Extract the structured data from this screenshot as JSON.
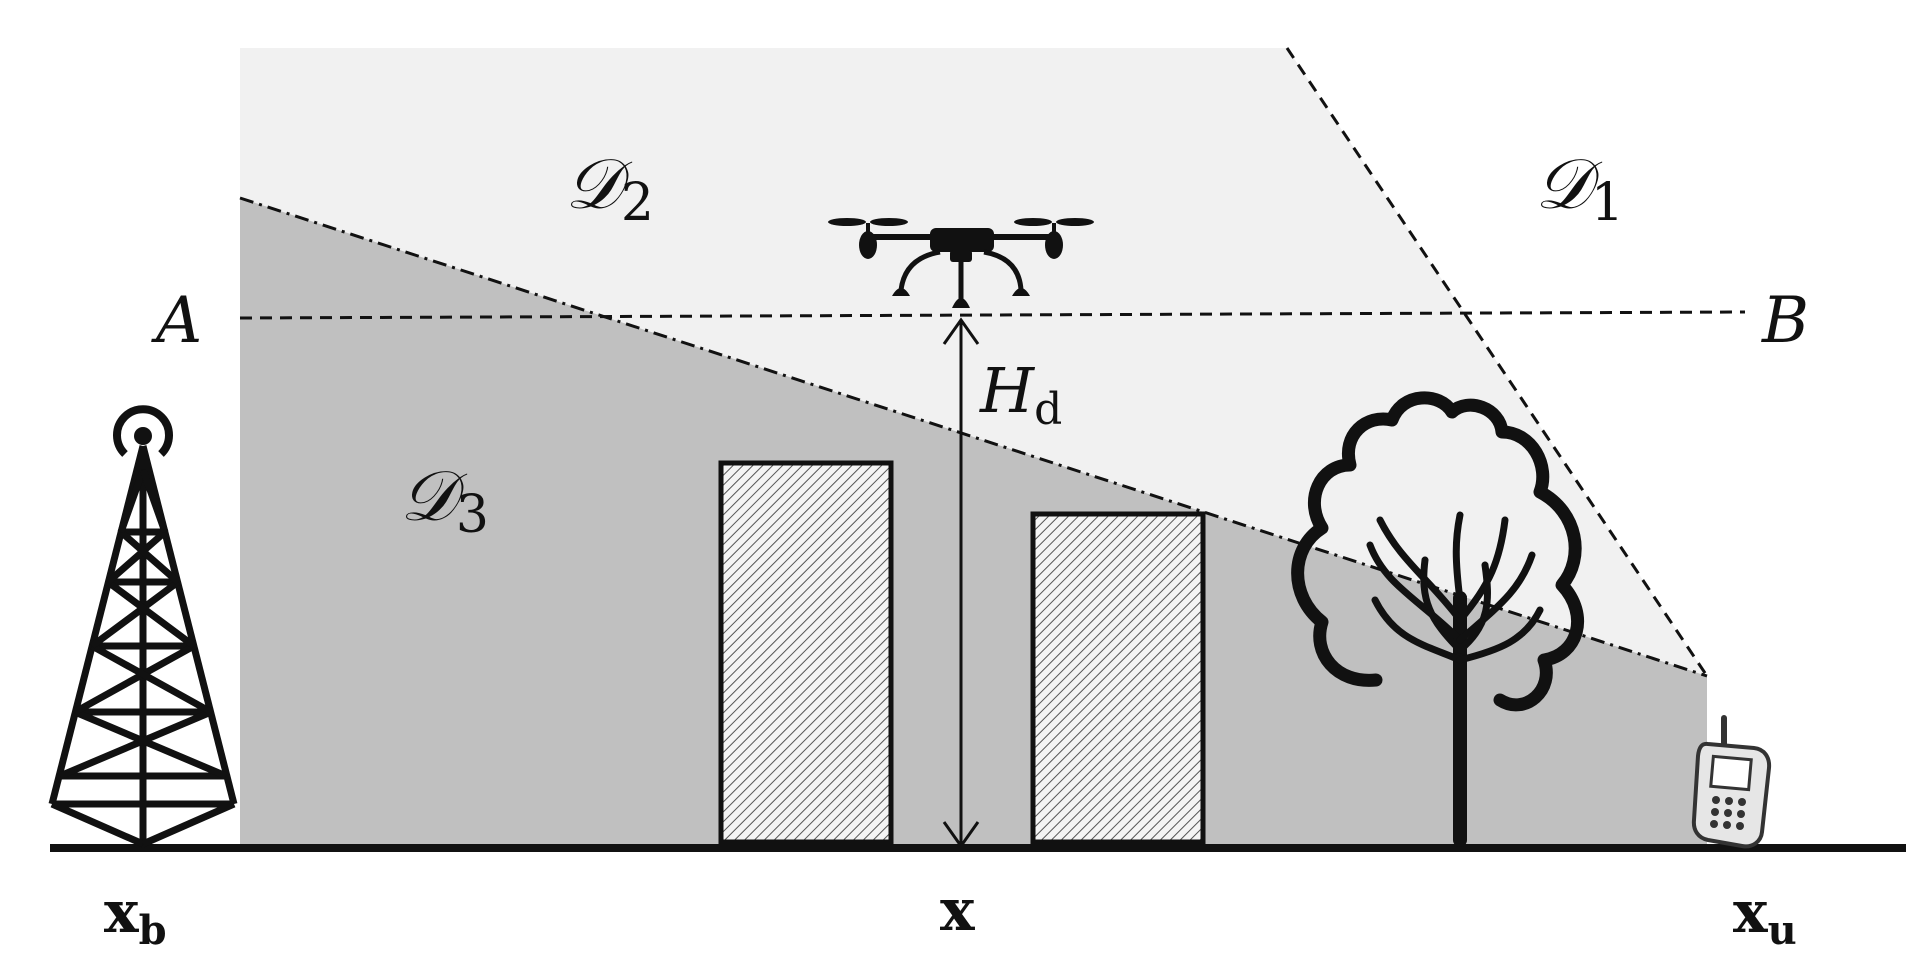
{
  "labels": {
    "region_d1": "𝒟",
    "region_d1_sub": "1",
    "region_d2": "𝒟",
    "region_d2_sub": "2",
    "region_d3": "𝒟",
    "region_d3_sub": "3",
    "point_a": "A",
    "point_b": "B",
    "height_main": "H",
    "height_sub": "d",
    "base_main": "x",
    "base_sub": "b",
    "drone_pos": "x",
    "user_main": "x",
    "user_sub": "u"
  },
  "colors": {
    "region_light": "#f1f1f1",
    "region_dark": "#c0c0c0",
    "ink": "#111111"
  },
  "icons": {
    "base_station": "cell-tower-icon",
    "drone": "quadcopter-drone-icon",
    "tree": "tree-icon",
    "user": "mobile-phone-icon"
  }
}
